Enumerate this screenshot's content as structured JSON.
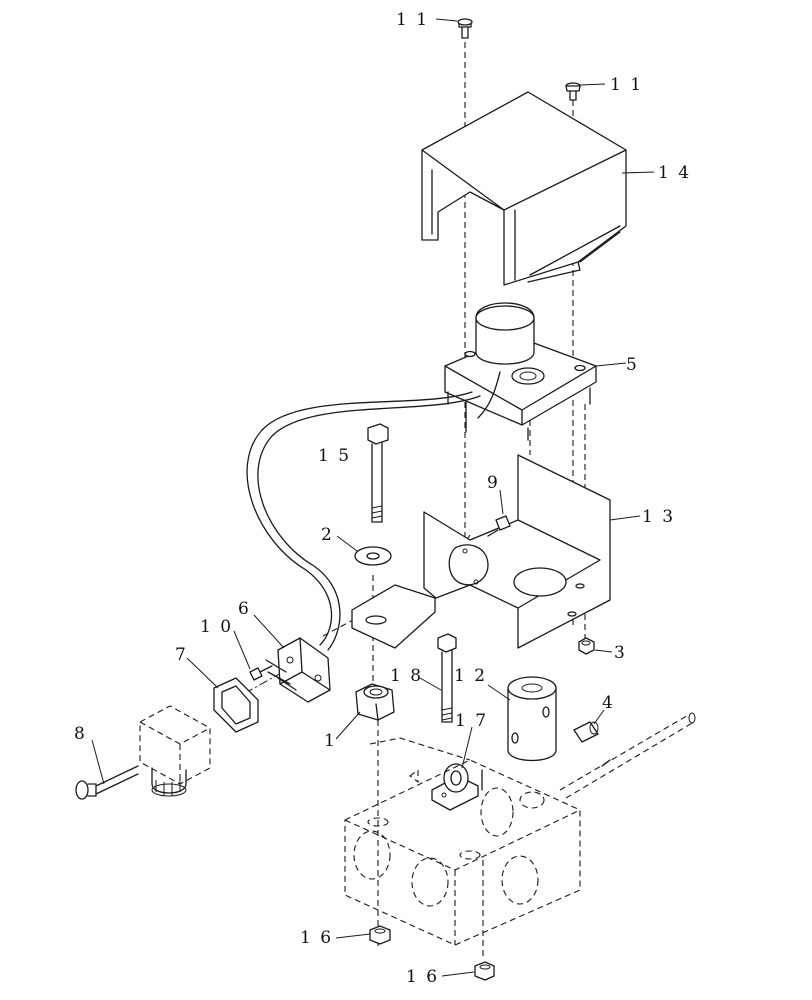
{
  "callouts": [
    {
      "id": "c11a",
      "text": "1 1"
    },
    {
      "id": "c11b",
      "text": "1 1"
    },
    {
      "id": "c14",
      "text": "1 4"
    },
    {
      "id": "c5",
      "text": "5"
    },
    {
      "id": "c15",
      "text": "1 5"
    },
    {
      "id": "c9",
      "text": "9"
    },
    {
      "id": "c13",
      "text": "1 3"
    },
    {
      "id": "c2",
      "text": "2"
    },
    {
      "id": "c6",
      "text": "6"
    },
    {
      "id": "c10",
      "text": "1 0"
    },
    {
      "id": "c7",
      "text": "7"
    },
    {
      "id": "c3",
      "text": "3"
    },
    {
      "id": "c18",
      "text": "1 8"
    },
    {
      "id": "c12",
      "text": "1 2"
    },
    {
      "id": "c4",
      "text": "4"
    },
    {
      "id": "c17",
      "text": "1 7"
    },
    {
      "id": "c1",
      "text": "1"
    },
    {
      "id": "c8",
      "text": "8"
    },
    {
      "id": "c16a",
      "text": "1 6"
    },
    {
      "id": "c16b",
      "text": "1 6"
    }
  ]
}
